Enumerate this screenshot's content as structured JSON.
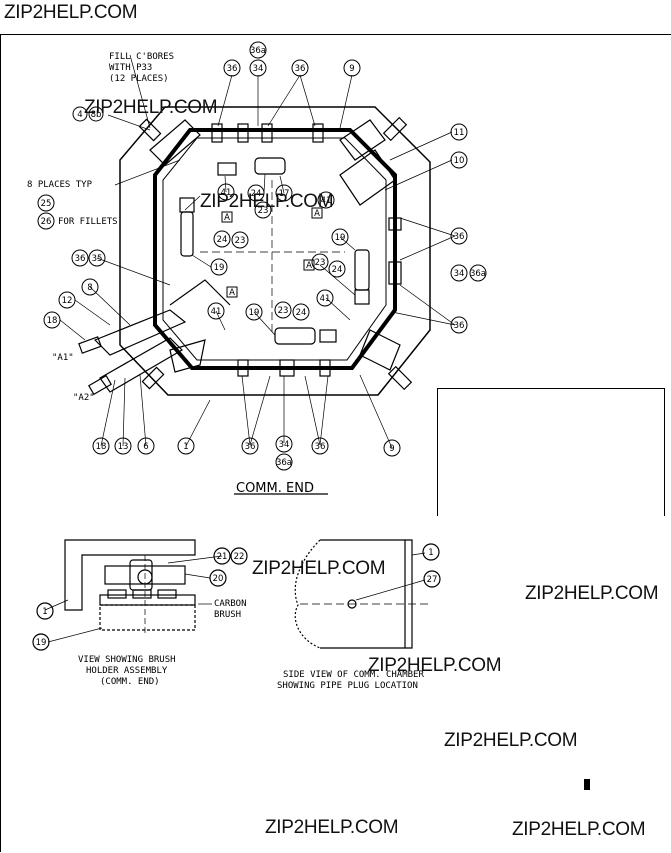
{
  "site": {
    "header": "ZIP2HELP.COM",
    "watermark": "ZIP2HELP.COM"
  },
  "diagram": {
    "top_notes": {
      "fill_cbores": [
        "FILL C'BORES",
        "WITH P33",
        "(12 PLACES)"
      ],
      "places_typ": "8 PLACES TYP",
      "for_fillets": "FOR FILLETS"
    },
    "leads": [
      "\"A1\"",
      "\"A2\""
    ],
    "box_mark": "A",
    "callouts": {
      "c1": "1",
      "c6": "6",
      "c8": "8",
      "c9": "9",
      "c10": "10",
      "c11": "11",
      "c12": "12",
      "c13": "13",
      "c15": "15",
      "c16": "16",
      "c17": "17",
      "c19": "19",
      "c20": "20",
      "c21": "21",
      "c22": "22",
      "c23": "23",
      "c24": "24",
      "c25": "25",
      "c26": "26",
      "c27": "27",
      "c34": "34",
      "c35": "35",
      "c36": "36",
      "c36a": "36",
      "c41": "41",
      "c43": "43",
      "c18": "18",
      "c34a": "34",
      "c36b": "36a",
      "c8b": "8b",
      "c4": "4"
    },
    "main_title": "COMM. END",
    "views": {
      "brush_holder": [
        "VIEW SHOWING BRUSH",
        "HOLDER ASSEMBLY",
        "(COMM. END)"
      ],
      "carbon_brush": [
        "CARBON",
        "BRUSH"
      ],
      "side_view": [
        "SIDE VIEW OF COMM. CHAMBER",
        "SHOWING PIPE PLUG LOCATION"
      ]
    }
  },
  "colors": {
    "ink": "#000000",
    "paper": "#ffffff"
  }
}
